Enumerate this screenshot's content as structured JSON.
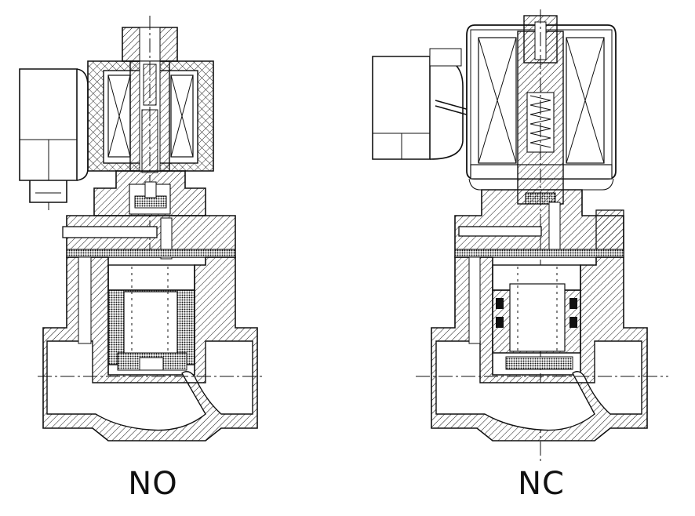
{
  "diagrams": [
    {
      "id": "no",
      "caption": "NO"
    },
    {
      "id": "nc",
      "caption": "NC"
    }
  ],
  "colors": {
    "ink": "#111111",
    "background": "#ffffff"
  },
  "icons": [
    "hatch-pattern",
    "crosshatch-pattern"
  ]
}
